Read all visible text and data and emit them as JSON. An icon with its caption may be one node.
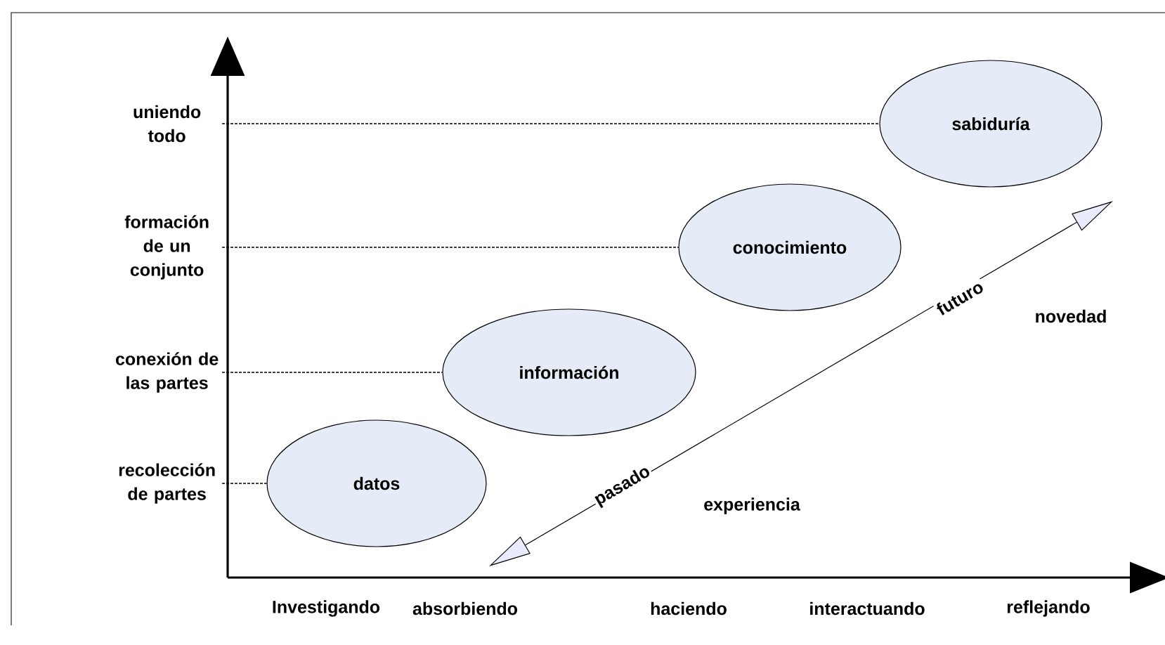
{
  "diagram": {
    "nodes": [
      {
        "text": [
          "uniendo todo"
        ]
      },
      {
        "text": [
          "sabiduría"
        ]
      },
      {
        "text": [
          "formación de un conjunto"
        ]
      },
      {
        "text": [
          "conocimiento"
        ]
      },
      {
        "text": [
          "conexión de las partes"
        ]
      },
      {
        "text": [
          "información"
        ]
      },
      {
        "text": [
          "recolección de partes"
        ]
      },
      {
        "text": [
          "datos"
        ]
      }
    ],
    "edges": [
      {
        "from": 0,
        "to": 1,
        "arrow": "none",
        "style": "dashed"
      },
      {
        "from": 2,
        "to": 3,
        "arrow": "none",
        "style": "dashed"
      },
      {
        "from": 4,
        "to": 5,
        "arrow": "none",
        "style": "dashed"
      },
      {
        "from": 6,
        "to": 7,
        "arrow": "none",
        "style": "dashed"
      }
    ],
    "labels": [
      "futuro",
      "novedad",
      "pasado",
      "experiencia",
      "Investigando",
      "absorbiendo",
      "haciendo",
      "interactuando",
      "reflejando"
    ]
  }
}
